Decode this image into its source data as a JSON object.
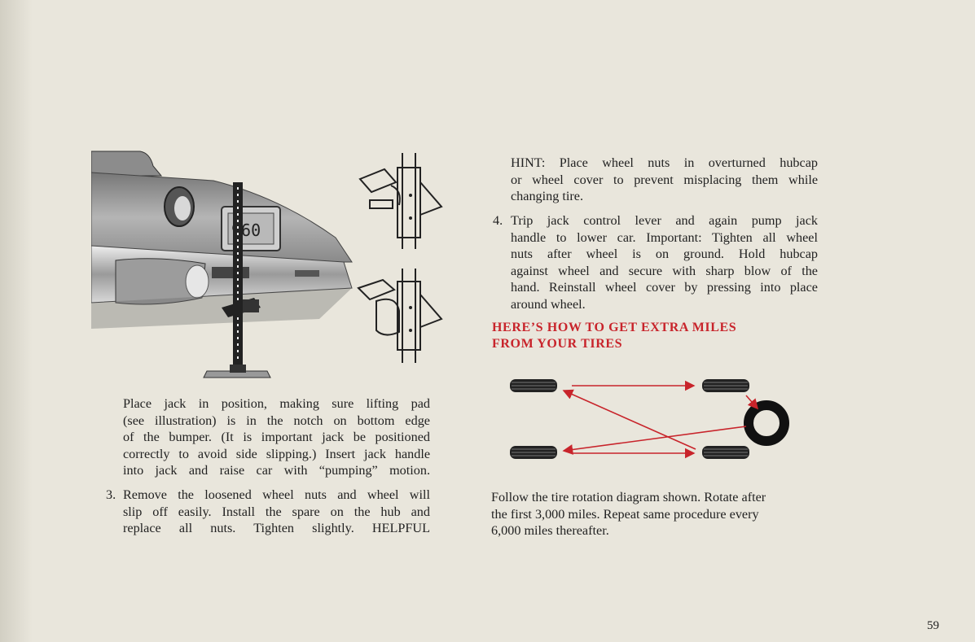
{
  "left_column": {
    "para1_lines": [
      "Place jack in position, making sure lifting pad",
      "(see illustration) is in the notch on bottom edge",
      "of the bumper. (It is important jack be positioned",
      "correctly to avoid side slipping.) Insert jack handle",
      "into jack and raise car with “pumping” motion."
    ],
    "step3_number": "3.",
    "step3_lines": [
      "Remove the loosened wheel nuts and wheel will",
      "slip off easily. Install the spare on the hub and",
      "replace all nuts. Tighten slightly. HELPFUL"
    ],
    "plate_text": "960"
  },
  "right_column": {
    "hint_lines": [
      "HINT: Place wheel nuts in overturned hubcap",
      "or wheel cover to prevent misplacing them while",
      "changing tire."
    ],
    "step4_number": "4.",
    "step4_lines": [
      "Trip jack control lever and again pump jack",
      "handle to lower car. Important: Tighten all wheel",
      "nuts after wheel is on ground. Hold hubcap",
      "against wheel and secure with sharp blow of the",
      "hand. Reinstall wheel cover by pressing into place",
      "around wheel."
    ],
    "heading_lines": [
      "HERE’S HOW TO GET EXTRA MILES",
      "FROM YOUR TIRES"
    ],
    "rotation_lines": [
      "Follow the tire rotation diagram shown. Rotate after",
      "the first 3,000 miles. Repeat same procedure every",
      "6,000 miles thereafter."
    ]
  },
  "page_number": "59",
  "colors": {
    "accent_red": "#c8242b",
    "ink": "#222222",
    "paper": "#e9e6dc"
  }
}
